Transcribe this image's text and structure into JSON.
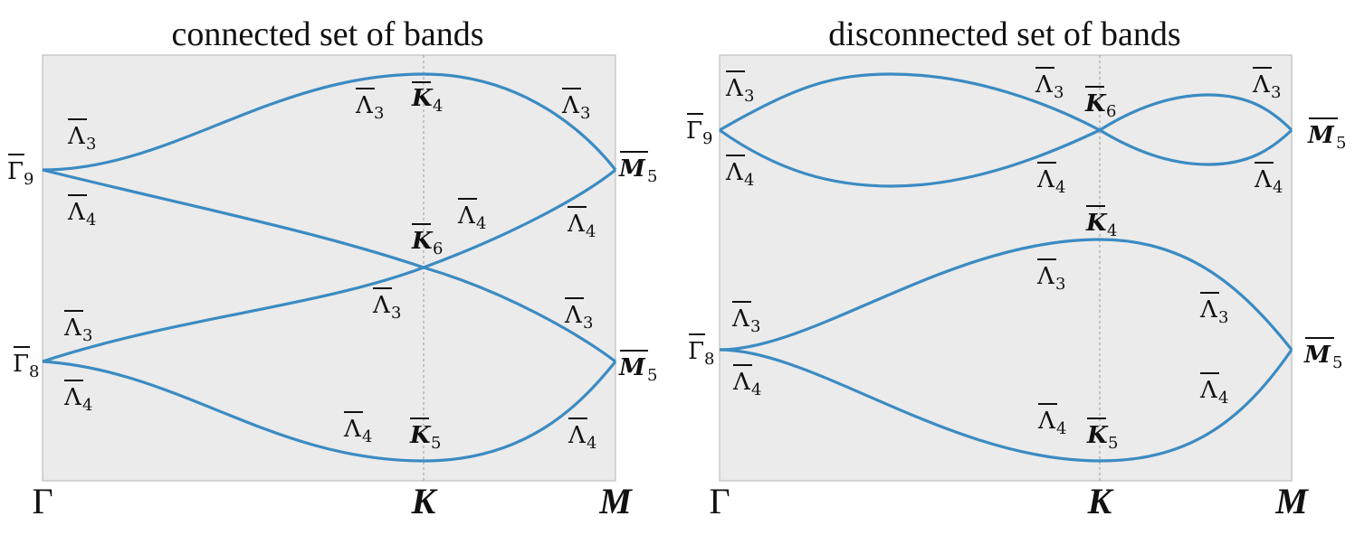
{
  "panels": [
    {
      "title": "connected set of bands",
      "kpoints": [
        "Γ",
        "K",
        "M"
      ],
      "band_labels": [
        {
          "base": "Λ",
          "sub": "3"
        },
        {
          "base": "Λ",
          "sub": "4"
        },
        {
          "base": "Λ",
          "sub": "3"
        },
        {
          "base": "Λ",
          "sub": "4"
        },
        {
          "base": "Λ",
          "sub": "3"
        },
        {
          "base": "Λ",
          "sub": "3"
        },
        {
          "base": "Λ",
          "sub": "4"
        },
        {
          "base": "Λ",
          "sub": "4"
        },
        {
          "base": "Λ",
          "sub": "3"
        },
        {
          "base": "Λ",
          "sub": "3"
        },
        {
          "base": "Λ",
          "sub": "4"
        },
        {
          "base": "Λ",
          "sub": "4"
        }
      ],
      "point_labels": [
        {
          "base": "Γ",
          "sub": "9"
        },
        {
          "base": "Γ",
          "sub": "8"
        },
        {
          "base": "K",
          "sub": "4"
        },
        {
          "base": "K",
          "sub": "6"
        },
        {
          "base": "K",
          "sub": "5"
        },
        {
          "base": "M",
          "sub": "5"
        },
        {
          "base": "M",
          "sub": "5"
        }
      ]
    },
    {
      "title": "disconnected set of bands",
      "kpoints": [
        "Γ",
        "K",
        "M"
      ],
      "band_labels": [
        {
          "base": "Λ",
          "sub": "3"
        },
        {
          "base": "Λ",
          "sub": "4"
        },
        {
          "base": "Λ",
          "sub": "3"
        },
        {
          "base": "Λ",
          "sub": "4"
        },
        {
          "base": "Λ",
          "sub": "3"
        },
        {
          "base": "Λ",
          "sub": "4"
        },
        {
          "base": "Λ",
          "sub": "3"
        },
        {
          "base": "Λ",
          "sub": "4"
        },
        {
          "base": "Λ",
          "sub": "3"
        },
        {
          "base": "Λ",
          "sub": "4"
        },
        {
          "base": "Λ",
          "sub": "3"
        },
        {
          "base": "Λ",
          "sub": "4"
        }
      ],
      "point_labels": [
        {
          "base": "Γ",
          "sub": "9"
        },
        {
          "base": "Γ",
          "sub": "8"
        },
        {
          "base": "K",
          "sub": "6"
        },
        {
          "base": "K",
          "sub": "4"
        },
        {
          "base": "K",
          "sub": "5"
        },
        {
          "base": "M",
          "sub": "5"
        },
        {
          "base": "M",
          "sub": "5"
        }
      ]
    }
  ],
  "colors": {
    "band": "#3b8bc2",
    "plot_background": "#ebebeb"
  }
}
